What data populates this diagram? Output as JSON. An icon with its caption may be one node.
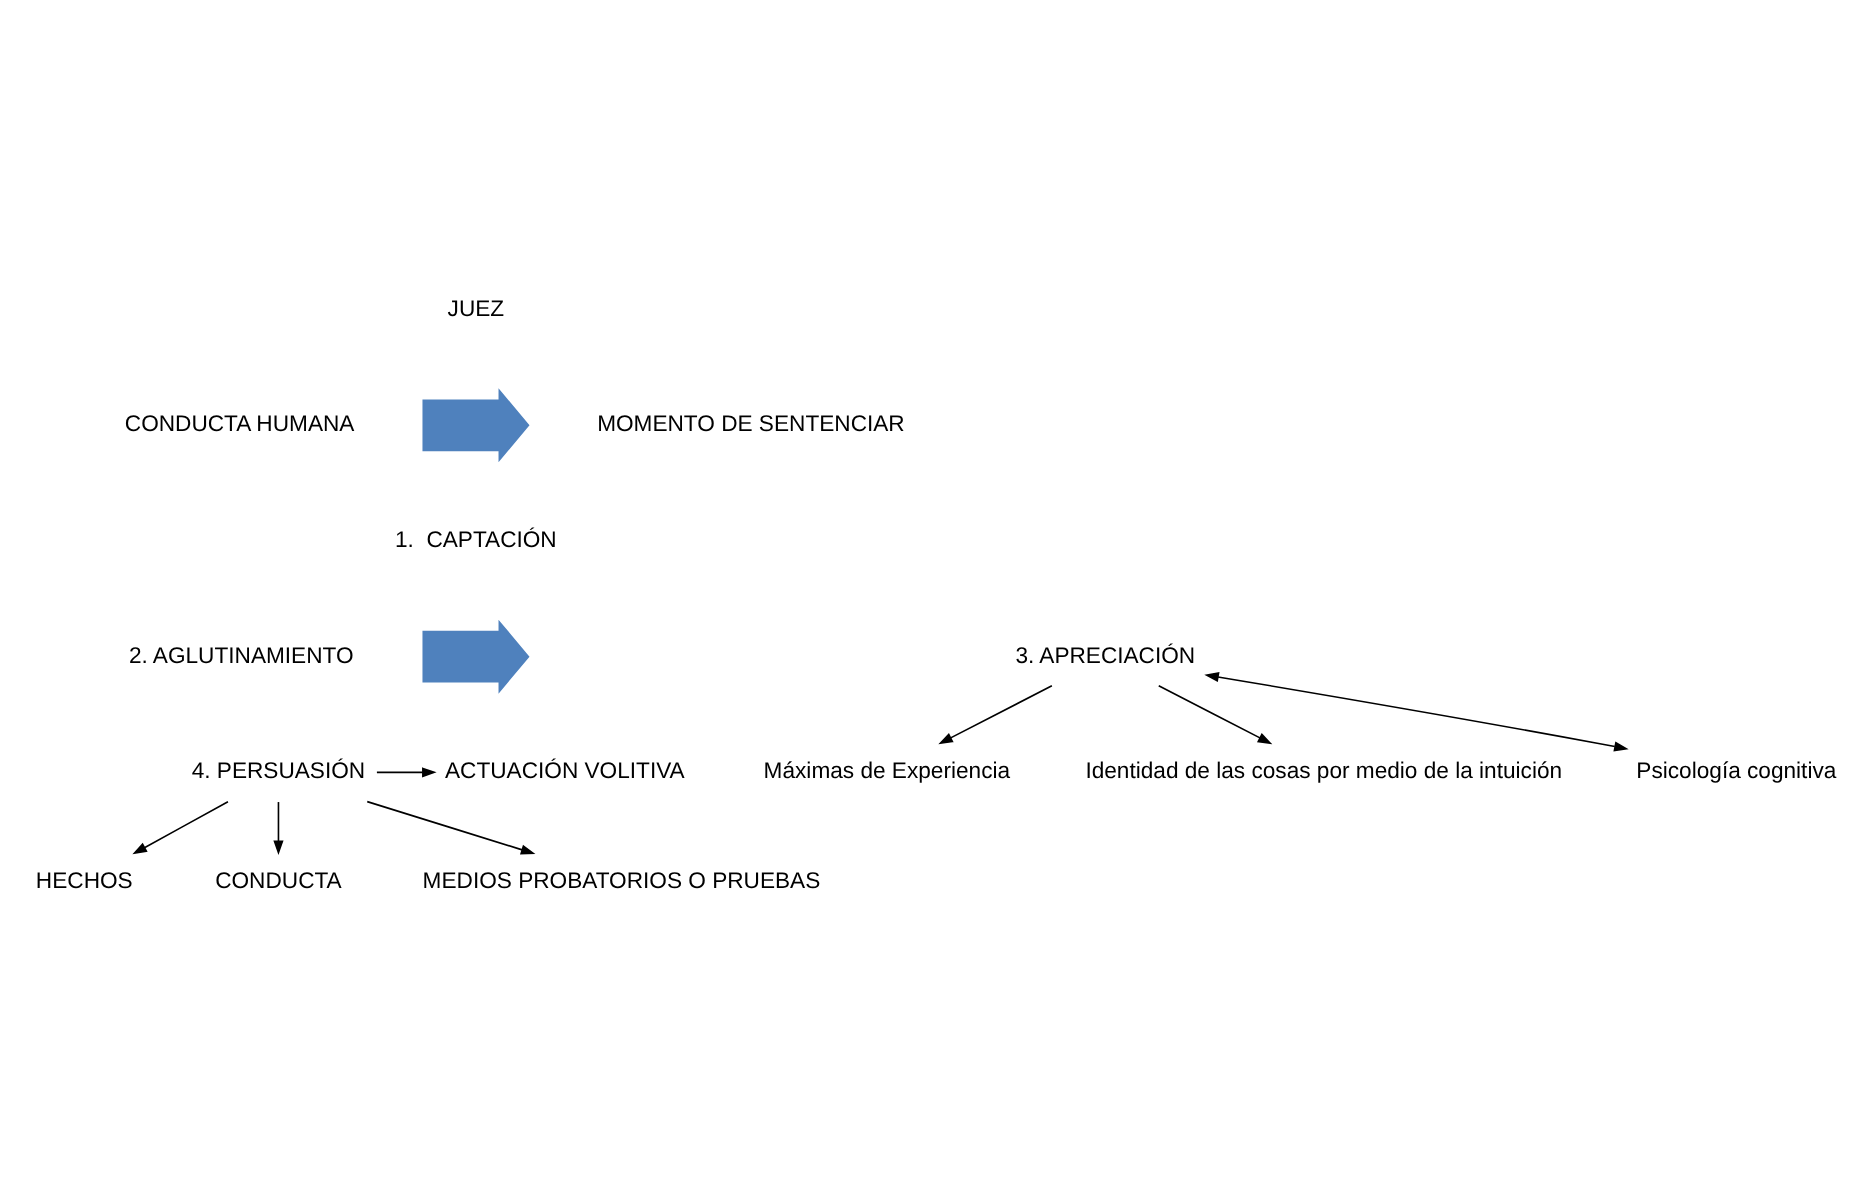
{
  "diagram": {
    "nodes": [
      {
        "text": [
          "JUEZ"
        ]
      },
      {
        "text": [
          "CONDUCTA HUMANA"
        ]
      },
      {
        "text": [],
        "shape": "arrow"
      },
      {
        "text": [
          "MOMENTO DE SENTENCIAR"
        ]
      },
      {
        "text": [
          "Máximas de Experiencia"
        ]
      },
      {
        "text": [
          "1.  CAPTACIÓN"
        ]
      },
      {
        "text": [
          "2. AGLUTINAMIENTO"
        ]
      },
      {
        "text": [],
        "shape": "arrow"
      },
      {
        "text": [
          "3. APRECIACIÓN"
        ]
      },
      {
        "text": [
          "Identidad de las cosas por medio de la intuición"
        ]
      },
      {
        "text": [
          "Psicología cognitiva"
        ]
      },
      {
        "text": [
          "4. PERSUASIÓN"
        ]
      },
      {
        "text": [
          "ACTUACIÓN VOLITIVA"
        ]
      },
      {
        "text": [
          "HECHOS"
        ]
      },
      {
        "text": [
          "CONDUCTA"
        ]
      },
      {
        "text": [
          "MEDIOS PROBATORIOS O PRUEBAS"
        ]
      }
    ],
    "edges": [
      {
        "from": 8,
        "to": 4,
        "arrow": "to"
      },
      {
        "from": 8,
        "to": 9,
        "arrow": "to"
      },
      {
        "from": 8,
        "to": 10,
        "arrow": "both"
      },
      {
        "from": 11,
        "to": 12,
        "arrow": "to"
      },
      {
        "from": 11,
        "to": 13,
        "arrow": "to"
      },
      {
        "from": 11,
        "to": 14,
        "arrow": "to"
      },
      {
        "from": 11,
        "to": 15,
        "arrow": "to"
      }
    ]
  }
}
